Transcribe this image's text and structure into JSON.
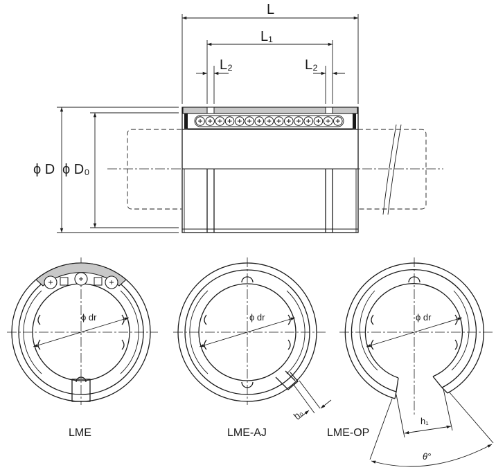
{
  "top_view": {
    "dim_L": "L",
    "dim_L1": "L₁",
    "dim_L2_left": "L₂",
    "dim_L2_right": "L₂",
    "dim_D": "ϕ D",
    "dim_D0": "ϕ D₀"
  },
  "sections": [
    {
      "caption": "LME",
      "dr_label": "ϕ dr"
    },
    {
      "caption": "LME-AJ",
      "dr_label": "ϕ dr",
      "h0_label": "h₀"
    },
    {
      "caption": "LME-OP",
      "dr_label": "ϕ dr",
      "h1_label": "h₁",
      "theta_label": "θ°"
    }
  ]
}
